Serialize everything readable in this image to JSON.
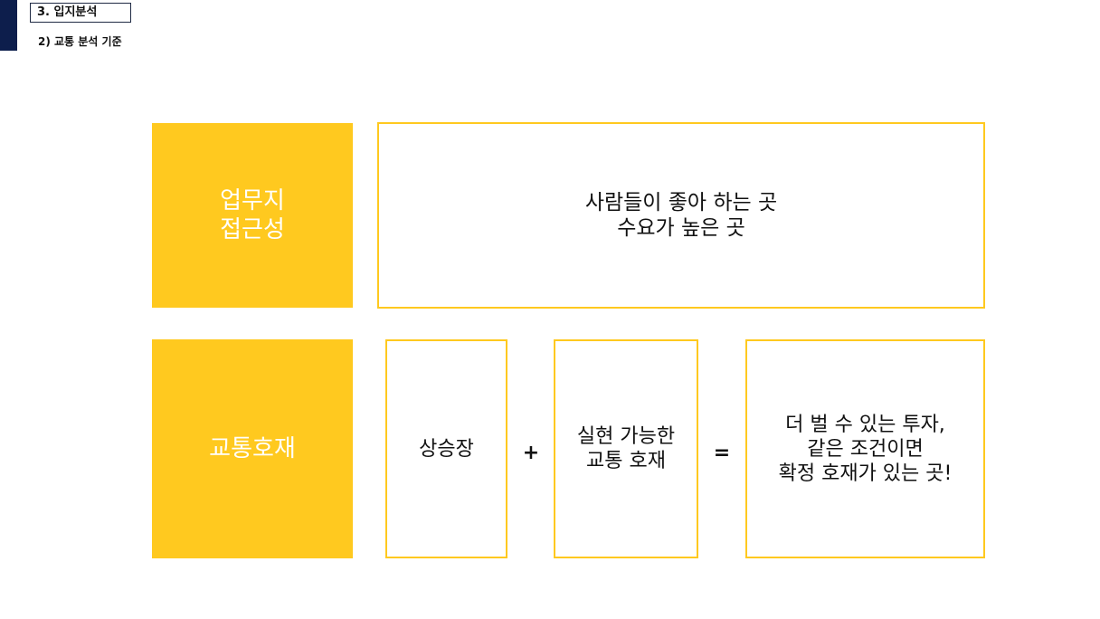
{
  "header": {
    "section_title": "3. 입지분석",
    "sub_title": "2) 교통 분석 기준"
  },
  "row1": {
    "label": "업무지\n접근성",
    "description": "사람들이 좋아 하는 곳\n수요가 높은 곳"
  },
  "row2": {
    "label": "교통호재",
    "term1": "상승장",
    "plus": "+",
    "term2": "실현 가능한\n교통 호재",
    "equals": "=",
    "result": "더 벌 수 있는 투자,\n같은 조건이면\n확정 호재가 있는 곳!"
  },
  "colors": {
    "accent": "#ffc91f",
    "sidebar": "#0d1e4c"
  }
}
